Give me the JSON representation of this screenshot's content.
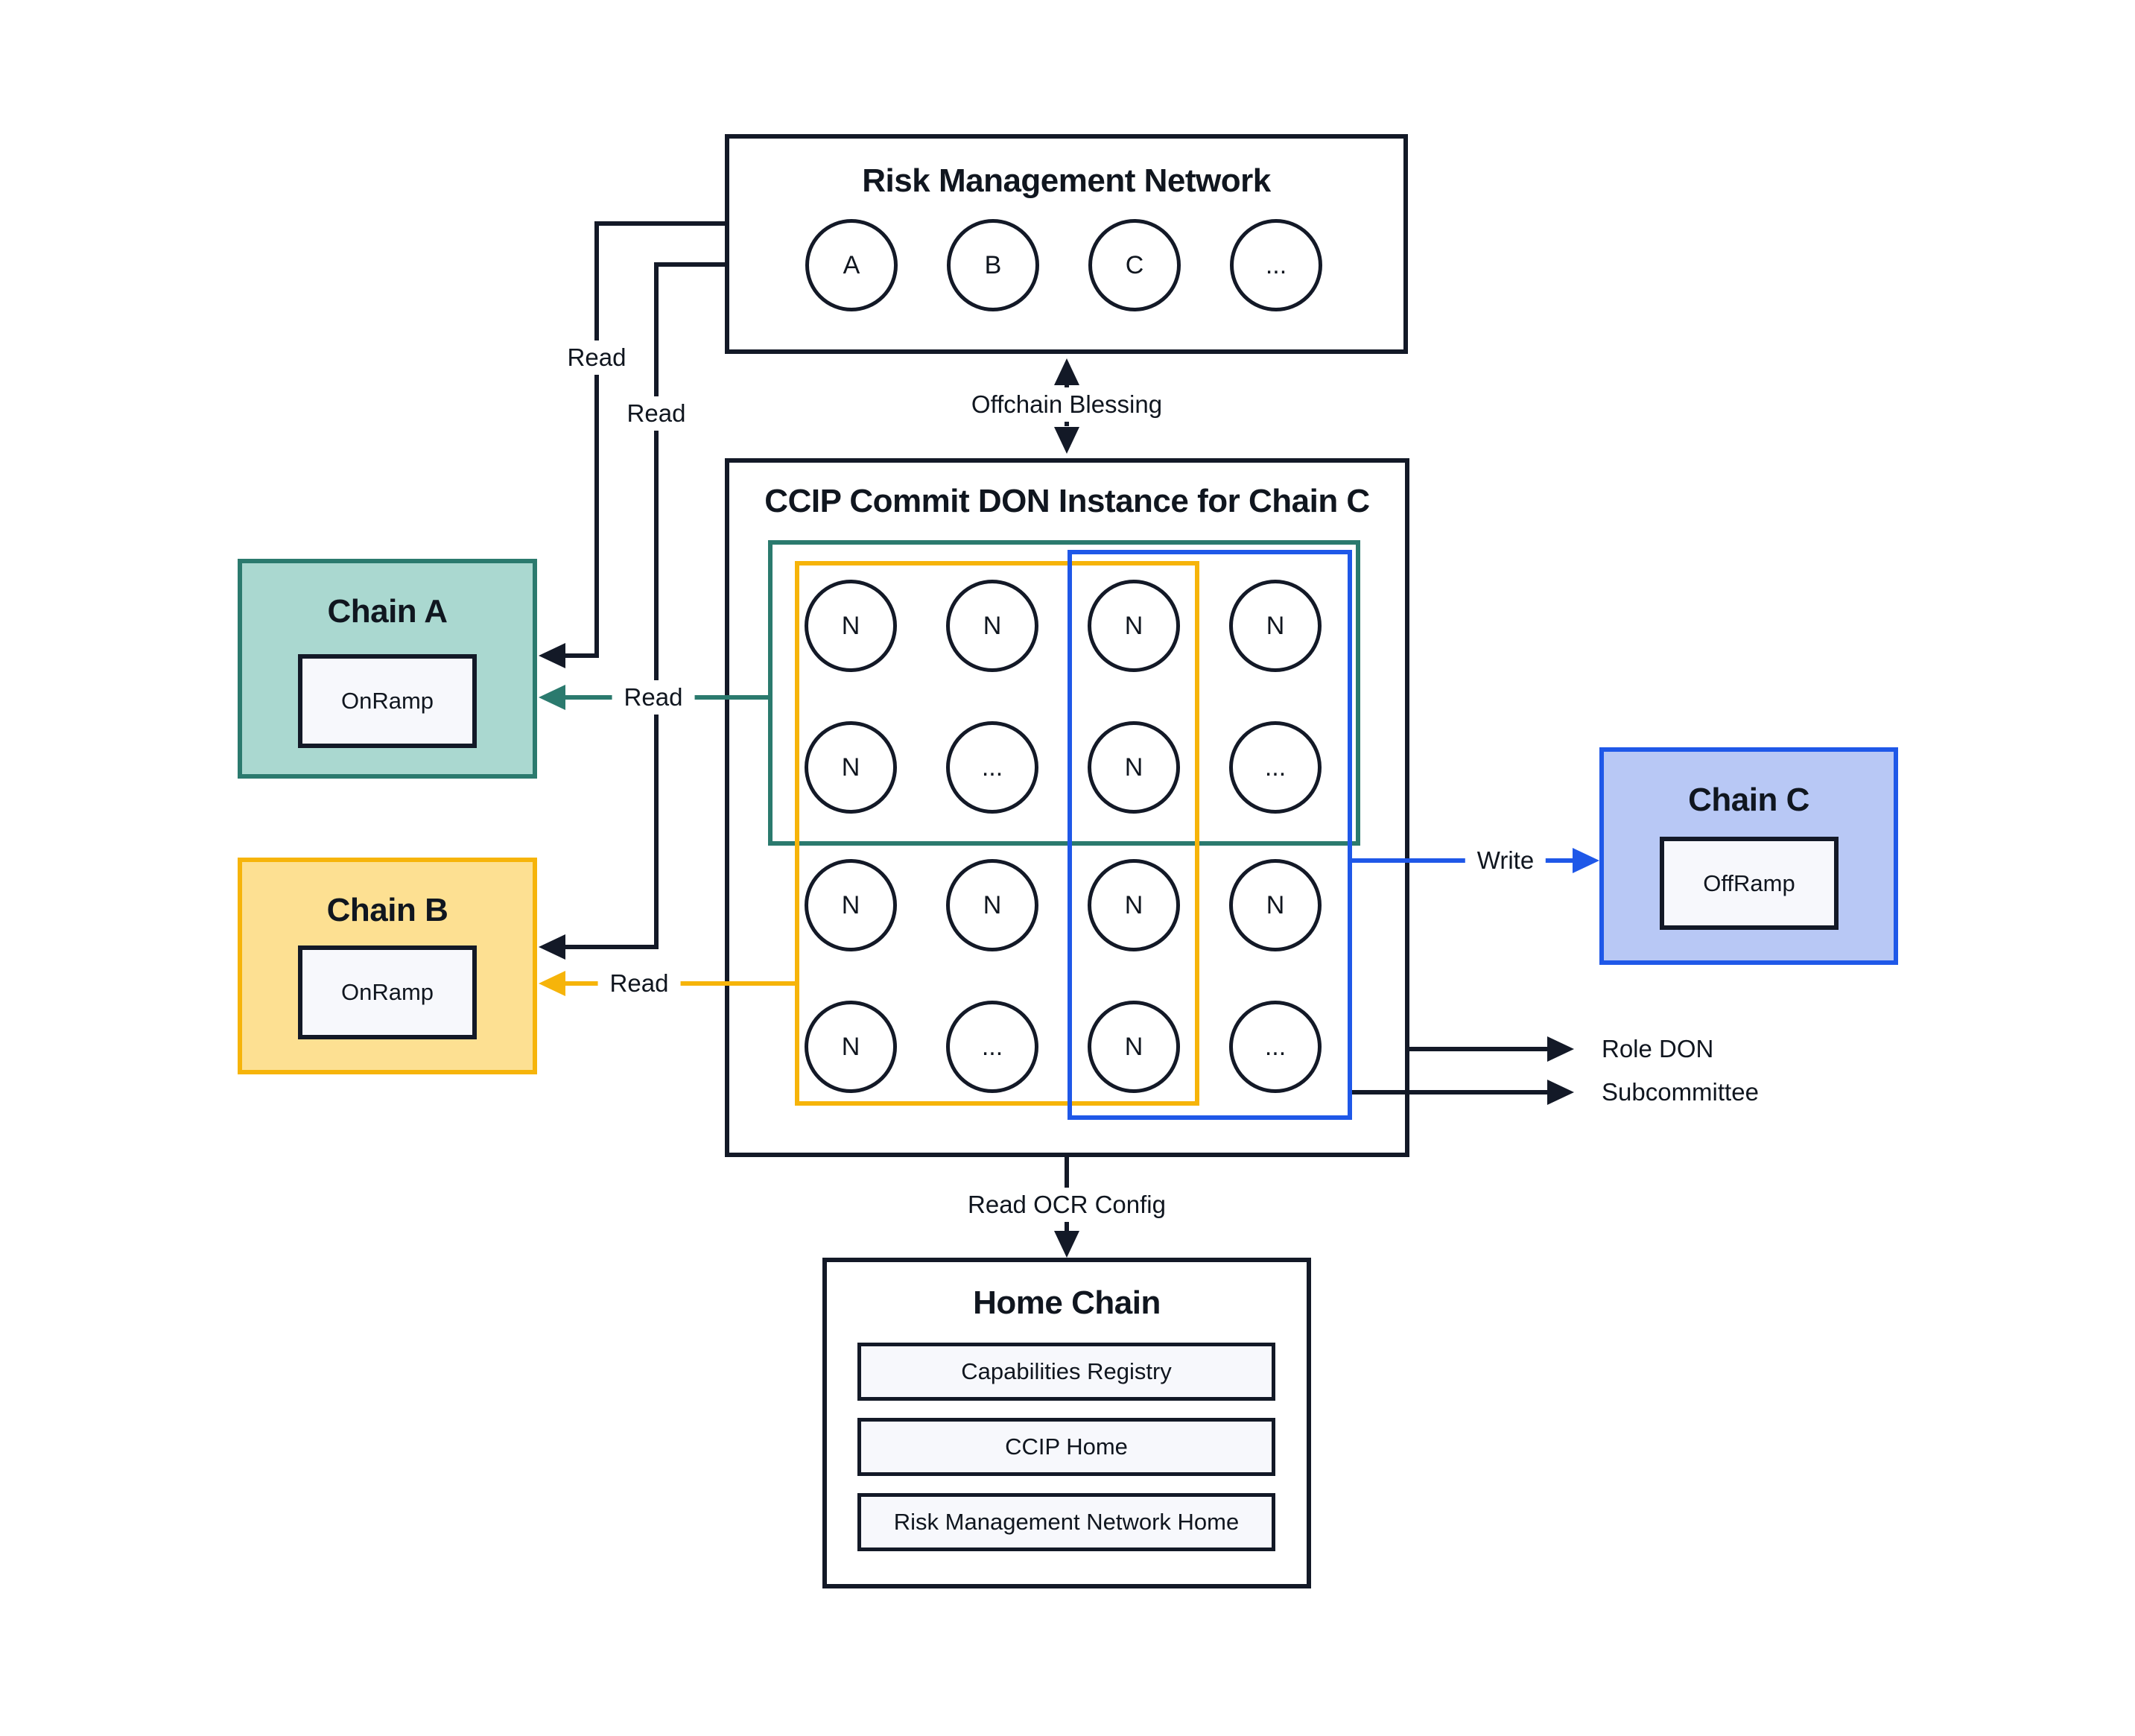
{
  "colors": {
    "ink": "#131927",
    "text": "#10161f",
    "bg": "#ffffff",
    "teal": "#2b7a6e",
    "teal_fill": "#aad8d0",
    "yellow": "#f6b40a",
    "yellow_fill": "#fde092",
    "blue": "#1f58e8",
    "blue_fill": "#b8c8f5",
    "panel": "#f7f8fc"
  },
  "rmn": {
    "title": "Risk Management Network",
    "nodes": [
      "A",
      "B",
      "C",
      "..."
    ]
  },
  "ccip": {
    "title": "CCIP Commit DON Instance for Chain C",
    "grid": [
      [
        "N",
        "N",
        "N",
        "N"
      ],
      [
        "N",
        "...",
        "N",
        "..."
      ],
      [
        "N",
        "N",
        "N",
        "N"
      ],
      [
        "N",
        "...",
        "N",
        "..."
      ]
    ]
  },
  "chains": {
    "a": {
      "title": "Chain A",
      "contract": "OnRamp"
    },
    "b": {
      "title": "Chain B",
      "contract": "OnRamp"
    },
    "c": {
      "title": "Chain C",
      "contract": "OffRamp"
    }
  },
  "home": {
    "title": "Home Chain",
    "rows": [
      "Capabilities Registry",
      "CCIP Home",
      "Risk Management Network Home"
    ]
  },
  "edges": {
    "offchain_blessing": "Offchain Blessing",
    "read_rmn_to_chain_a": "Read",
    "read_rmn_to_chain_b": "Read",
    "read_don_to_chain_a": "Read",
    "read_don_to_chain_b": "Read",
    "write_to_chain_c": "Write",
    "role_don": "Role DON",
    "subcommittee": "Subcommittee",
    "read_ocr_config": "Read OCR Config"
  }
}
